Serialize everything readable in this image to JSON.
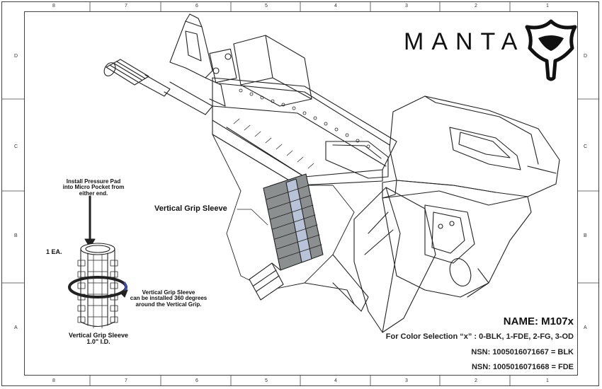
{
  "border": {
    "top_zones": [
      "8",
      "7",
      "6",
      "5",
      "4",
      "3",
      "2",
      "1"
    ],
    "bottom_zones": [
      "8",
      "7",
      "6",
      "5",
      "4",
      "3",
      "2",
      "1"
    ],
    "side_zones": [
      "D",
      "C",
      "B",
      "A"
    ]
  },
  "logo": {
    "text": "MANTA",
    "mark": "manta-ray-logo-icon"
  },
  "callouts": {
    "vertical_grip_sleeve": "Vertical Grip Sleeve",
    "install_line1": "Install Pressure Pad",
    "install_line2": "into Micro Pocket from",
    "install_line3": "either end.",
    "quantity": "1 EA.",
    "rotation_line1": "Vertical Grip Sleeve",
    "rotation_line2": "can be installed 360 degrees",
    "rotation_line3": "around the Vertical Grip.",
    "detail_line1": "Vertical Grip Sleeve",
    "detail_line2": "1.0\" I.D."
  },
  "info": {
    "name": "NAME: M107x",
    "color_selection": "For Color Selection “x” : 0-BLK, 1-FDE, 2-FG, 3-OD",
    "nsn_blk": "NSN: 1005016071667 = BLK",
    "nsn_fde": "NSN: 1005016071668 = FDE"
  },
  "colors": {
    "line": "#222222",
    "grip_sleeve": "#8c8f90",
    "grip_slot": "#b9c3d8",
    "accent_ring": "#3a4ea8"
  }
}
